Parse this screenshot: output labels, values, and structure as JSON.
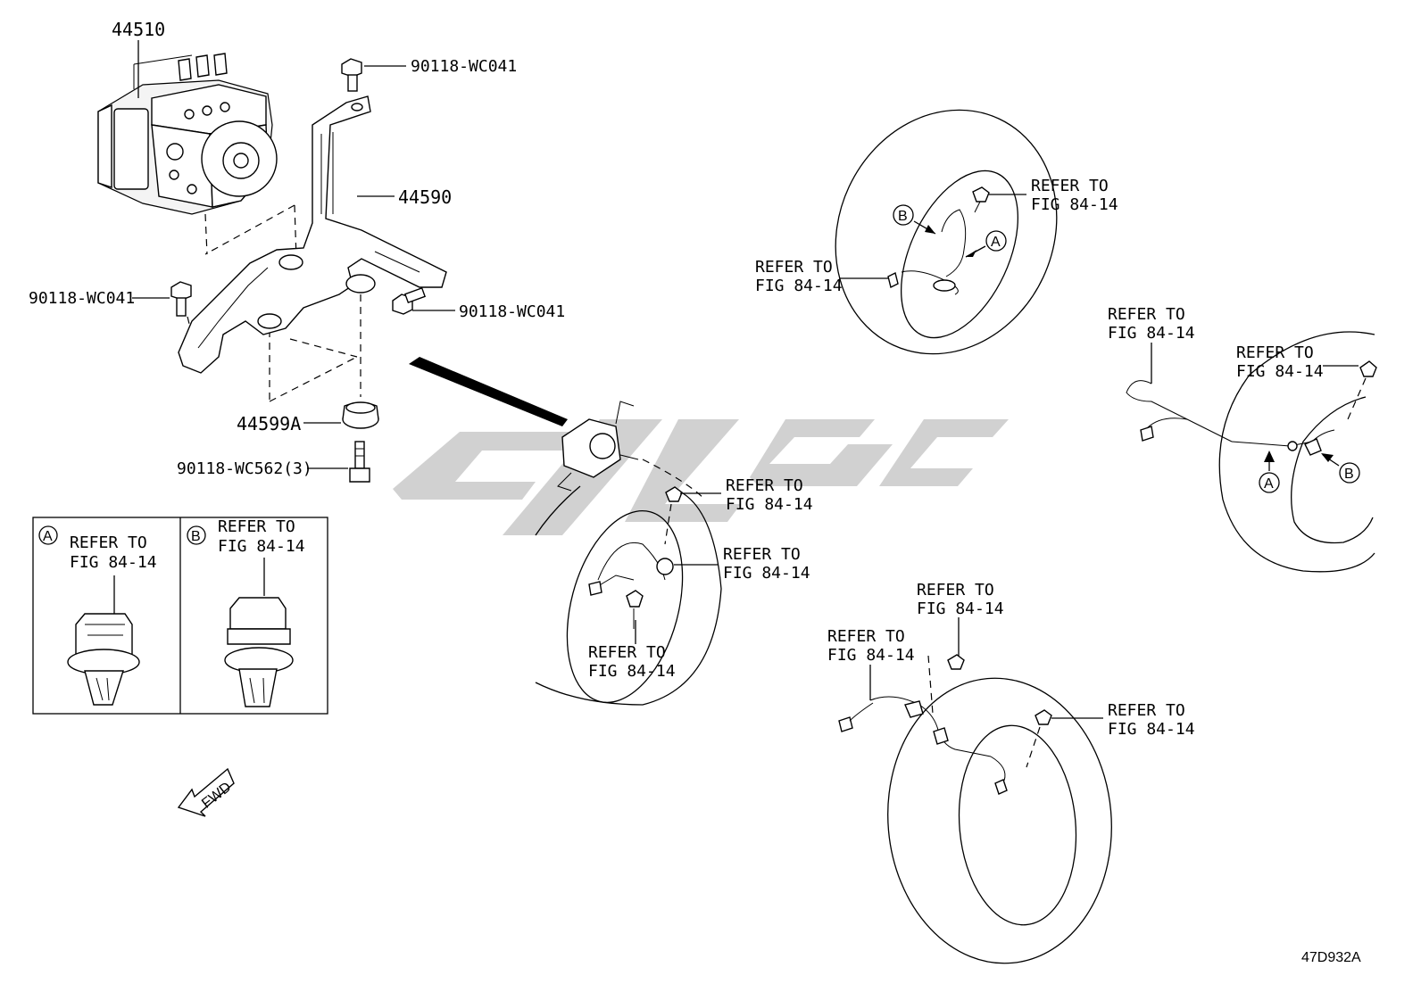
{
  "diagram": {
    "part_labels": {
      "abs_actuator": "44510",
      "bracket": "44590",
      "cushion": "44599A",
      "bolt_top": "90118-WC041",
      "bolt_left": "90118-WC041",
      "bolt_right": "90118-WC041",
      "bolt_bottom": "90118-WC562(3)"
    },
    "refer_line1": "REFER TO",
    "refer_line2": "FIG 84-14",
    "callouts": {
      "a": "A",
      "b": "B"
    },
    "fwd_label": "FWD",
    "diagram_code": "47D932A"
  }
}
